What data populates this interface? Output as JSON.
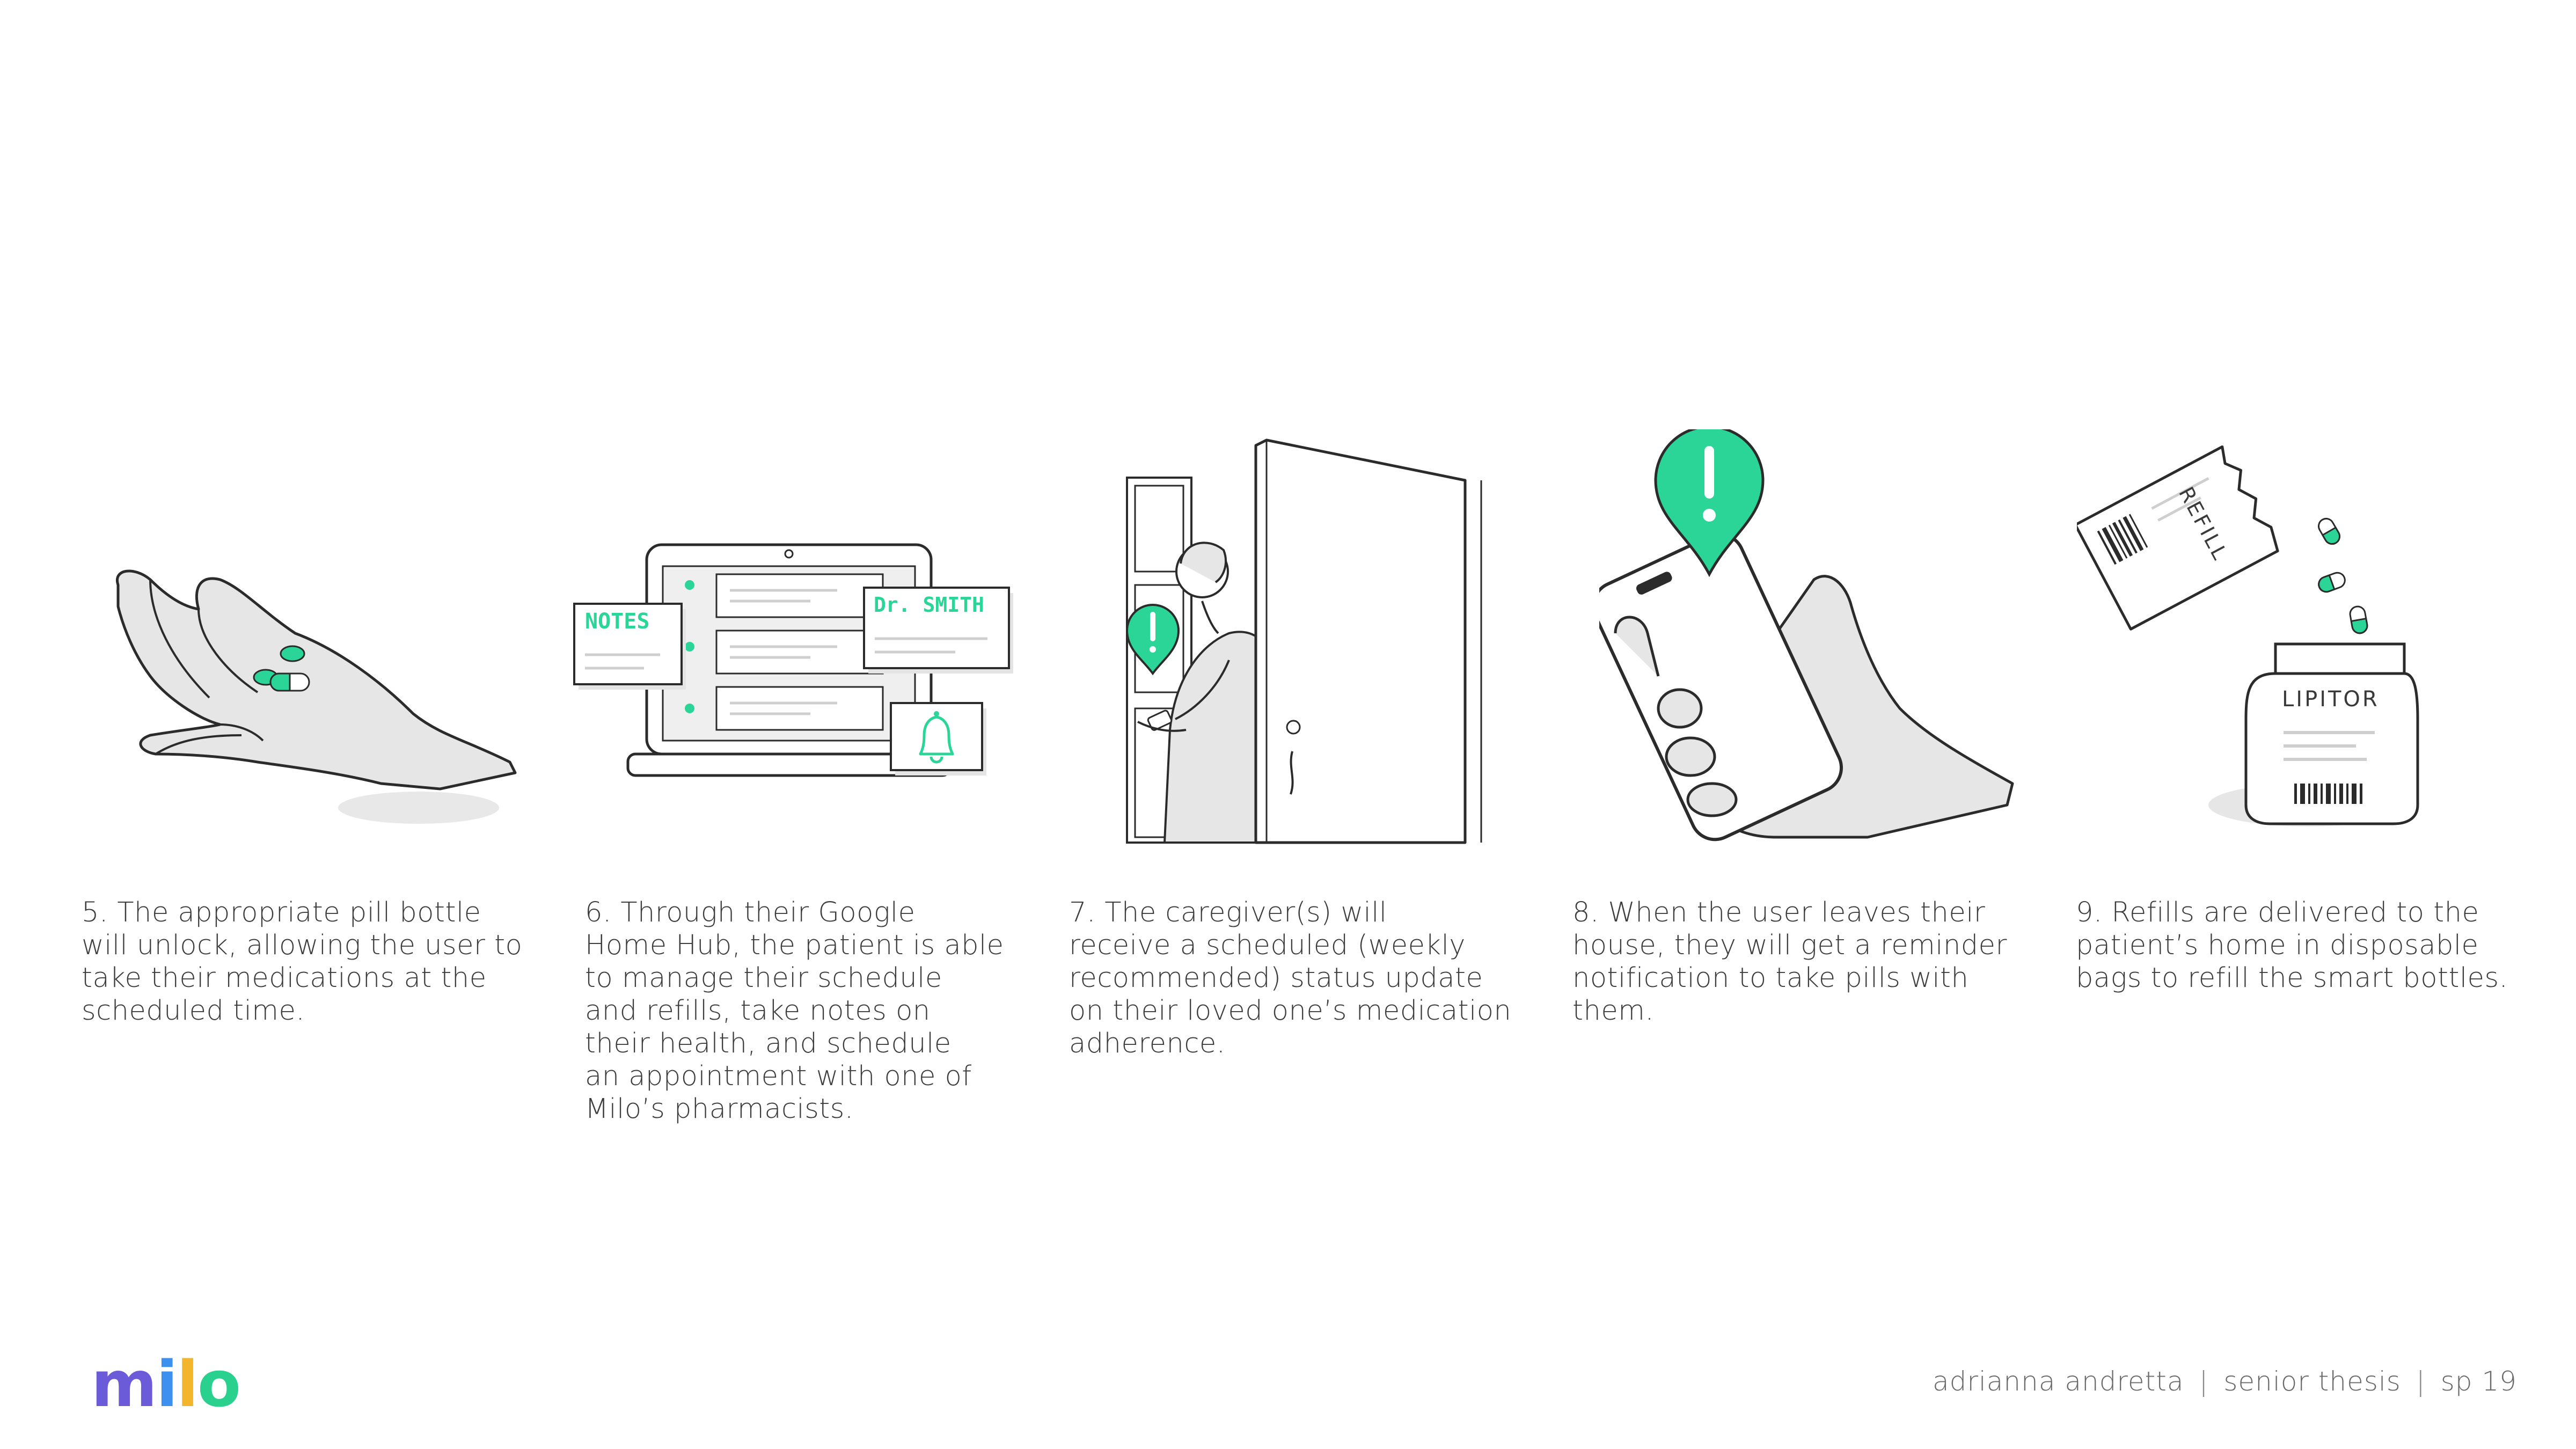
{
  "captions": [
    "5. The appropriate pill bottle\nwill unlock, allowing the user to\ntake their medications at the\nscheduled time.",
    "6. Through their Google\nHome Hub, the patient is able\nto manage their schedule\nand refills, take notes on\ntheir health, and schedule\nan appointment with one of\nMilo’s pharmacists.",
    "7. The caregiver(s) will\nreceive a scheduled (weekly\nrecommended) status update\non their loved one’s medication\nadherence.",
    "8. When the user leaves their\nhouse, they will get a reminder\nnotification to take pills with\nthem.",
    "9. Refills are delivered to the\npatient’s home in disposable\nbags to refill the smart bottles."
  ],
  "hub": {
    "notes_label": "NOTES",
    "doctor_label": "Dr. SMITH"
  },
  "bag_label": "REFILL",
  "bottle_label": "LIPITOR",
  "logo": {
    "letters": [
      "m",
      "i",
      "l",
      "o"
    ],
    "colors": [
      "#6b5bd8",
      "#3d8ff0",
      "#f2b52c",
      "#2ad08e"
    ]
  },
  "footer": {
    "author": "adrianna andretta",
    "course": "senior thesis",
    "page": "sp 19"
  },
  "colors": {
    "accent": "#2ad597",
    "line": "#2b2b2b",
    "fill": "#e6e6e6"
  }
}
